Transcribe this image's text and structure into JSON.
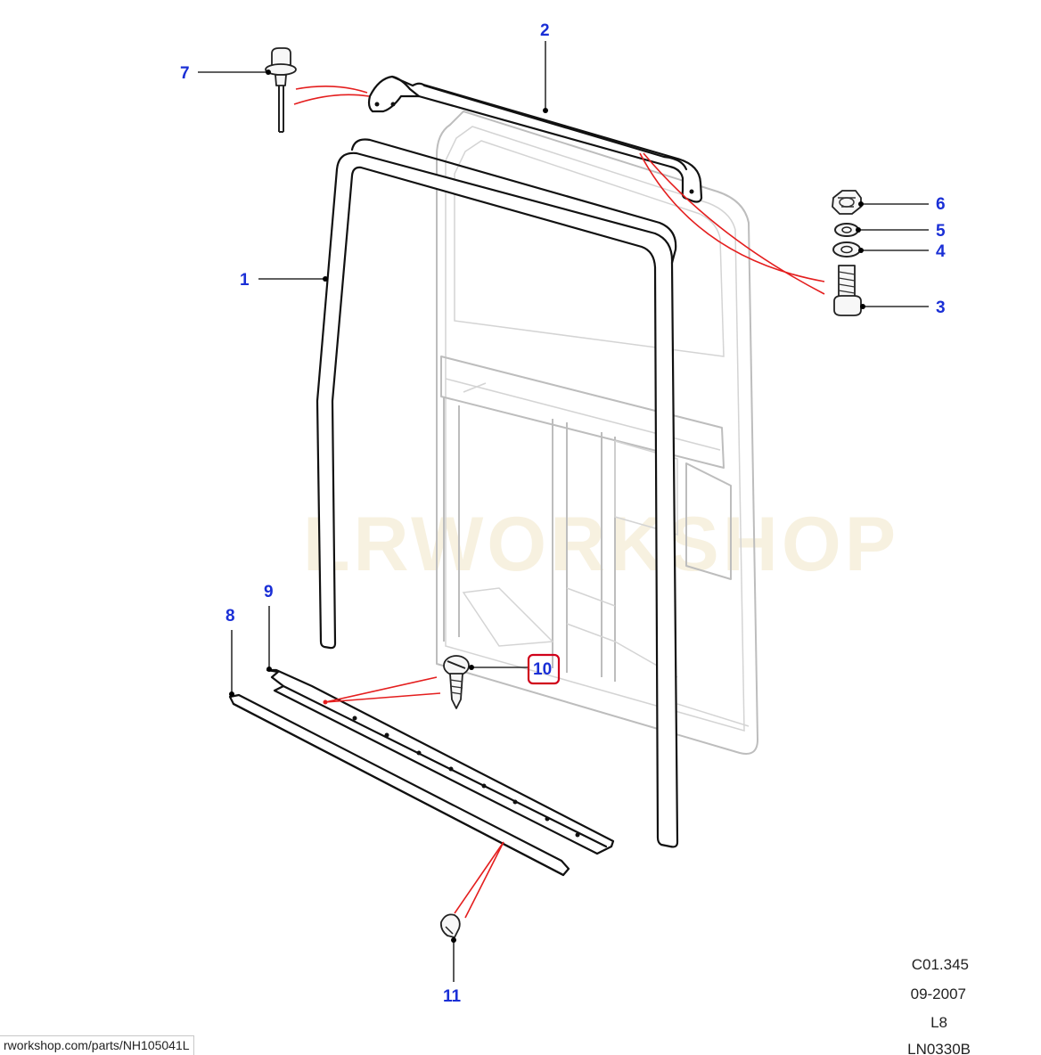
{
  "diagram": {
    "watermark": "LRWORKSHOP",
    "callouts": [
      {
        "id": "1",
        "label": "1"
      },
      {
        "id": "2",
        "label": "2"
      },
      {
        "id": "3",
        "label": "3"
      },
      {
        "id": "4",
        "label": "4"
      },
      {
        "id": "5",
        "label": "5"
      },
      {
        "id": "6",
        "label": "6"
      },
      {
        "id": "7",
        "label": "7"
      },
      {
        "id": "8",
        "label": "8"
      },
      {
        "id": "9",
        "label": "9"
      },
      {
        "id": "10",
        "label": "10",
        "highlighted": true
      },
      {
        "id": "11",
        "label": "11"
      }
    ],
    "reference": {
      "code": "C01.345",
      "date": "09-2007",
      "variant": "L8",
      "illustration": "LN0330B"
    },
    "colors": {
      "callout": "#1a2fd6",
      "highlight": "#d0021b",
      "indicator_line": "#e41e1e"
    }
  },
  "status_bar": {
    "url": "rworkshop.com/parts/NH105041L"
  }
}
